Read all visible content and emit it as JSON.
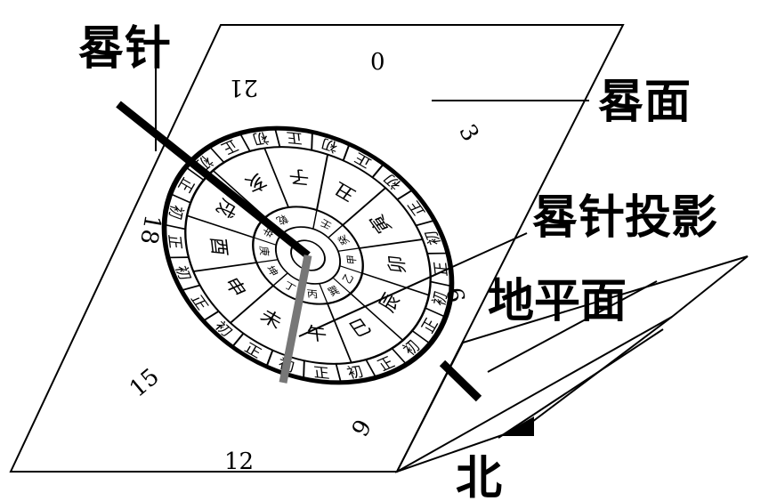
{
  "labels": {
    "gnomon": "晷针",
    "dial_face": "晷面",
    "gnomon_shadow": "晷针投影",
    "ground_plane": "地平面",
    "north": "北"
  },
  "hour_marks": {
    "h0": "0",
    "h3": "3",
    "h6": "6",
    "h9": "9",
    "h12": "12",
    "h15": "15",
    "h18": "18",
    "h21": "21"
  },
  "outer_ring": [
    "正",
    "初",
    "正",
    "初",
    "正",
    "初",
    "正",
    "初",
    "正",
    "初",
    "正",
    "初",
    "正",
    "初",
    "正",
    "初",
    "正",
    "初",
    "正",
    "初",
    "正",
    "初",
    "正",
    "初"
  ],
  "branches_ring": [
    "子",
    "丑",
    "寅",
    "卯",
    "辰",
    "巳",
    "午",
    "未",
    "申",
    "酉",
    "戌",
    "亥"
  ],
  "inner_ring": [
    "壬",
    "癸",
    "甲",
    "乙",
    "巽",
    "丙",
    "丁",
    "坤",
    "庚",
    "辛",
    "乾"
  ]
}
